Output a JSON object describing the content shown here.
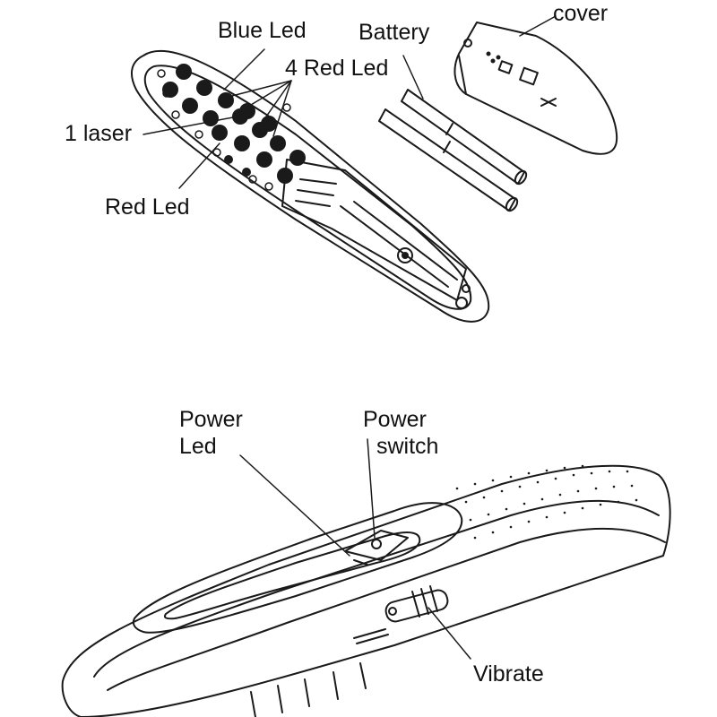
{
  "labels": {
    "blue_led": "Blue Led",
    "battery": "Battery",
    "cover": "cover",
    "four_red_led": "4 Red Led",
    "one_laser": "1 laser",
    "red_led": "Red Led",
    "power_led_line1": "Power",
    "power_led_line2": "Led",
    "power_switch_line1": "Power",
    "power_switch_line2": "switch",
    "vibrate": "Vibrate"
  },
  "colors": {
    "ink": "#1a1a1a",
    "paper": "#ffffff"
  }
}
